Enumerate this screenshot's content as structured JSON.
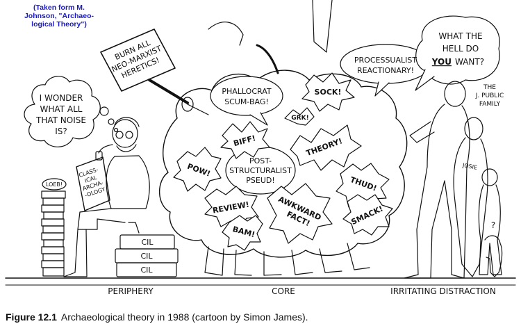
{
  "credit": {
    "line1": "(Taken form M.",
    "line2": "Johnson, \"Archaeo-",
    "line3": "logical Theory\")"
  },
  "thought_bubble": {
    "line1": "I WONDER",
    "line2": "WHAT ALL",
    "line3": "THAT NOISE",
    "line4": "IS?"
  },
  "placard": {
    "line1": "BURN ALL",
    "line2": "NEO-MARXIST",
    "line3": "HERETICS!"
  },
  "book": {
    "line1": "CLASS-",
    "line2": "ICAL",
    "line3": "ARCHA-",
    "line4": "-OLOGY"
  },
  "book_stack_label": "LOEB!",
  "cil_labels": [
    "CIL",
    "CIL",
    "CIL"
  ],
  "speech": {
    "phallocrat_line1": "PHALLOCRAT",
    "phallocrat_line2": "SCUM-BAG!",
    "processualist_line1": "PROCESSUALIST",
    "processualist_line2": "REACTIONARY!",
    "whatthe_line1": "WHAT THE",
    "whatthe_line2": "HELL DO",
    "whatthe_you": "YOU",
    "whatthe_want": "WANT?",
    "post_line1": "POST-",
    "post_line2": "STRUCTURALIST",
    "post_line3": "PSEUD!"
  },
  "bangs": {
    "sock": "SOCK!",
    "biff": "BIFF!",
    "grk": "GRK!",
    "theory": "THEORY!",
    "pow": "POW!",
    "review": "REVIEW!",
    "thud": "THUD!",
    "smack": "SMACK!",
    "awkward_line1": "AWKWARD",
    "awkward_line2": "FACT!",
    "bam": "BAM!"
  },
  "family": {
    "line1": "THE",
    "line2": "J. PUBLIC",
    "line3": "FAMILY"
  },
  "shirt_label": "JOSIE",
  "question_mark": "?",
  "footer": {
    "periphery": "PERIPHERY",
    "core": "CORE",
    "distraction": "IRRITATING DISTRACTION"
  },
  "caption": {
    "figure": "Figure 12.1",
    "text": "Archaeological theory in 1988 (cartoon by Simon James)."
  },
  "colors": {
    "credit_text": "#1a1acc",
    "ink": "#111111",
    "paper": "#ffffff"
  }
}
